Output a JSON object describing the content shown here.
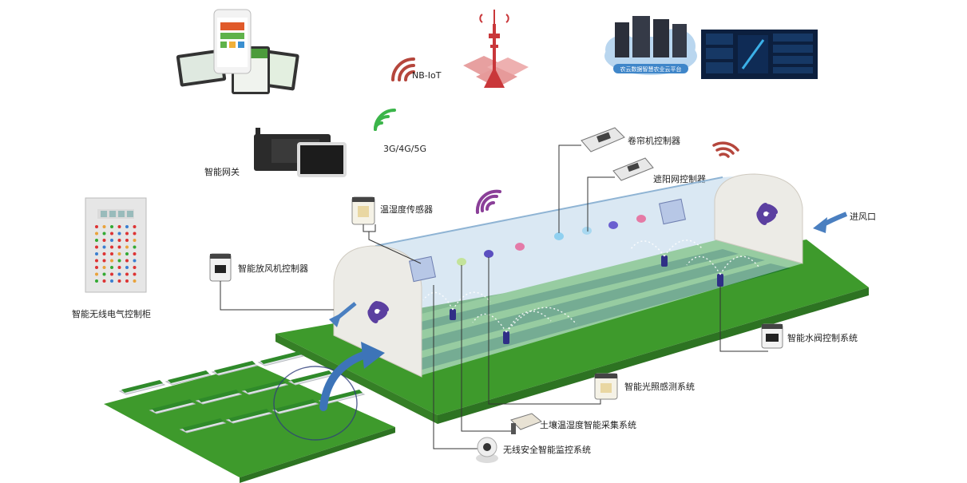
{
  "network": {
    "nbiot": "NB-IoT",
    "cellular": "3G/4G/5G"
  },
  "cloud": {
    "platform_label": "农云数据智慧农业云平台"
  },
  "devices": {
    "gateway": "智能网关",
    "cabinet": "智能无线电气控制柜",
    "fan_controller": "智能放风机控制器",
    "temp_humidity_sensor": "温湿度传感器",
    "curtain_controller": "卷帘机控制器",
    "shade_controller": "遮阳网控制器",
    "air_inlet": "进风口",
    "water_valve": "智能水阀控制系统",
    "light_sensor": "智能光照感测系统",
    "soil_sensor": "土壤温湿度智能采集系统",
    "camera": "无线安全智能监控系统"
  },
  "colors": {
    "grass": "#3a8a2e",
    "grass_light": "#6cc24a",
    "greenhouse_end": "#e9e6df",
    "roof_glass": "#bcd6ea",
    "fan_purple": "#5b3fa0",
    "signal_red": "#b5463c",
    "signal_green": "#3bb54a",
    "signal_purple": "#8a3f98",
    "tower_red": "#c9373a",
    "line": "#333333"
  }
}
